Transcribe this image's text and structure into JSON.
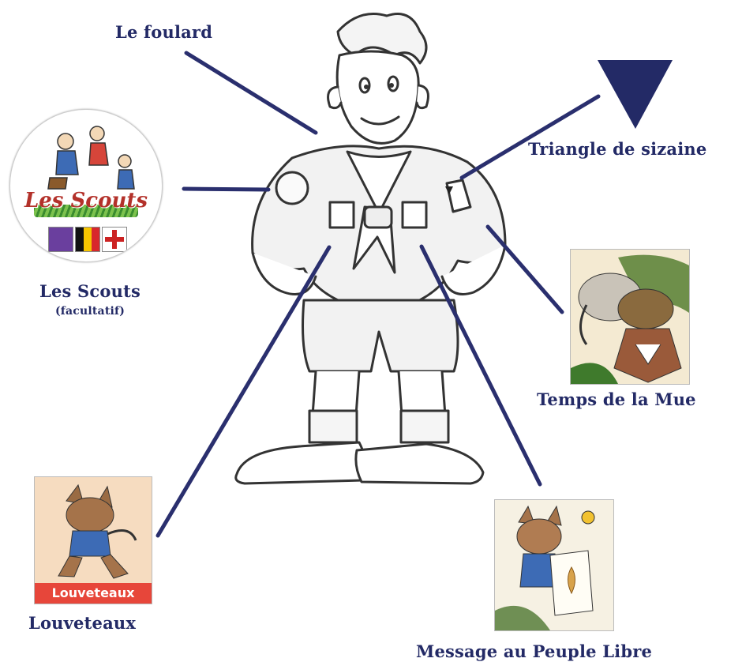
{
  "labels": {
    "foulard": "Le foulard",
    "triangle": "Triangle de sizaine",
    "scouts": "Les Scouts",
    "scouts_note": "(facultatif)",
    "mue": "Temps de la Mue",
    "louveteaux": "Louveteaux",
    "message": "Message au Peuple Libre"
  },
  "badges": {
    "scouts_text": "Les Scouts",
    "louveteaux_text": "Louveteaux"
  },
  "colors": {
    "label": "#232a66",
    "leader_line": "#2a2f6e",
    "triangle": "#232a66",
    "louveteaux_bar": "#e7463a"
  }
}
